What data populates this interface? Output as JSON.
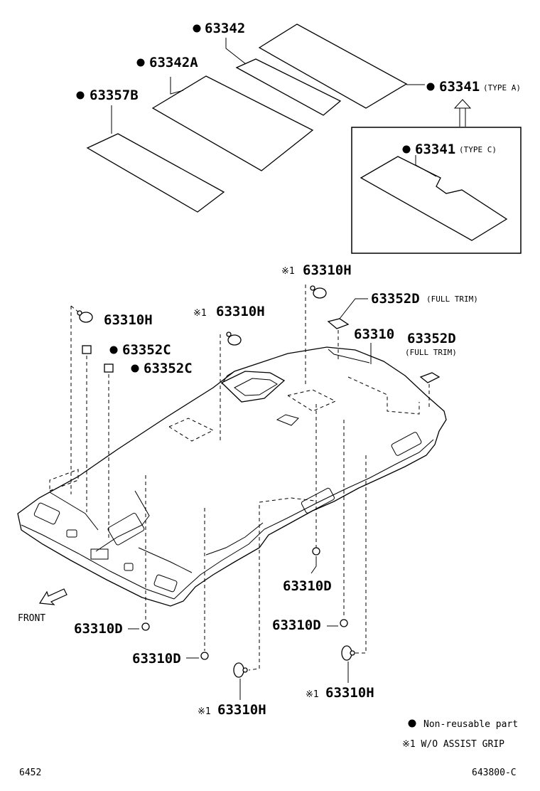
{
  "labels": {
    "p63342": "63342",
    "p63342A": "63342A",
    "p63357B": "63357B",
    "p63341a": "63341",
    "p63341a_note": "(TYPE A)",
    "p63341c": "63341",
    "p63341c_note": "(TYPE C)",
    "p63310H_left": "63310H",
    "p63310H_top": "63310H",
    "p63310H_mid": "63310H",
    "p63352D_a": "63352D",
    "p63352D_a_note": "(FULL TRIM)",
    "p63352D_b": "63352D",
    "p63352D_b_note": "(FULL TRIM)",
    "p63310": "63310",
    "p63352C_a": "63352C",
    "p63352C_b": "63352C",
    "p63310D_right": "63310D",
    "p63310D_lower_right": "63310D",
    "p63310D_left": "63310D",
    "p63310D_bottom": "63310D",
    "p63310H_bottom_left": "63310H",
    "p63310H_bottom_right": "63310H"
  },
  "marks": {
    "non_reusable_symbol": "●",
    "ref_symbol": "※1"
  },
  "front_label": "FRONT",
  "legend": {
    "non_reusable": "Non-reusable part",
    "ref_note": "※1 W/O ASSIST GRIP"
  },
  "footer": {
    "left_code": "6452",
    "right_code": "643800-C"
  }
}
